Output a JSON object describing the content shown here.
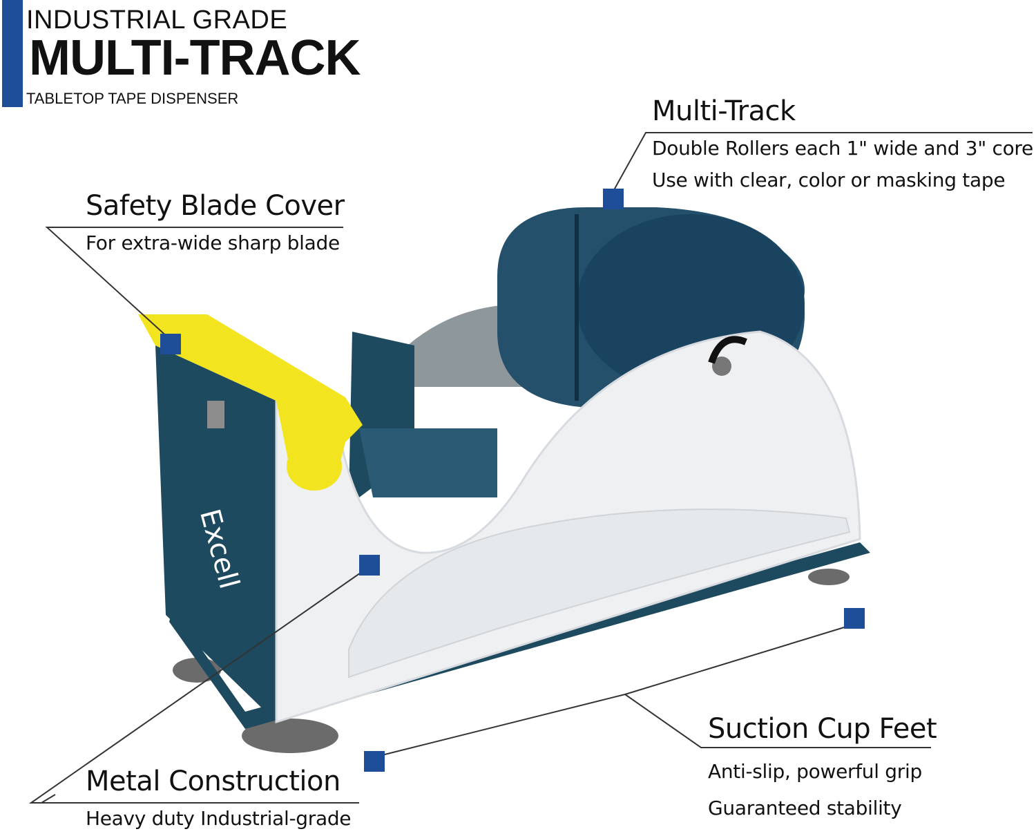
{
  "brand": {
    "line1": "INDUSTRIAL GRADE",
    "line2": "MULTI-TRACK",
    "line3": "TABLETOP TAPE DISPENSER"
  },
  "callouts": {
    "multi_track": {
      "title": "Multi-Track",
      "line1": "Double Rollers each 1\" wide and 3\" core",
      "line2": "Use with clear, color or masking tape"
    },
    "safety_blade": {
      "title": "Safety Blade Cover",
      "line1": "For extra-wide sharp blade"
    },
    "metal": {
      "title": "Metal Construction",
      "line1": "Heavy duty Industrial-grade"
    },
    "suction": {
      "title": "Suction Cup Feet",
      "line1": "Anti-slip, powerful grip",
      "line2": "Guaranteed stability"
    }
  },
  "colors": {
    "accent_blue": "#1f4e99",
    "body_navy": "#1e4a5f",
    "body_white": "#eef0f2",
    "blade_yellow": "#f2e51f"
  }
}
